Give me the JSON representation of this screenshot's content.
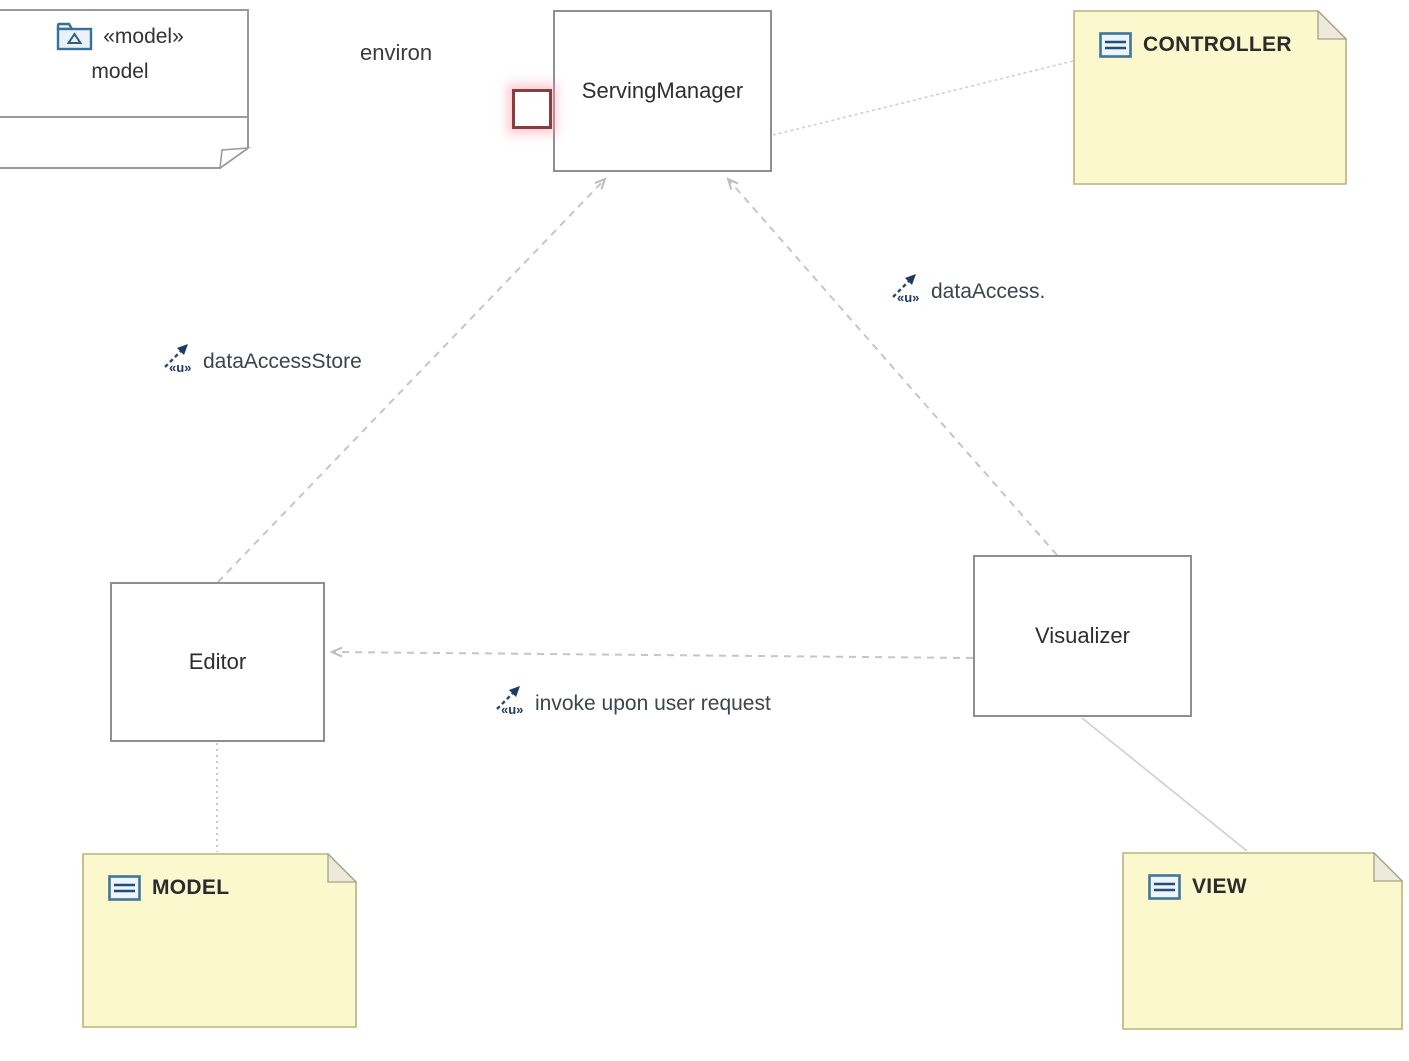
{
  "diagram": {
    "model_element": {
      "stereotype": "«model»",
      "name": "model"
    },
    "components": {
      "serving_manager": {
        "name": "ServingManager",
        "port_label": "environ"
      },
      "editor": {
        "name": "Editor"
      },
      "visualizer": {
        "name": "Visualizer"
      }
    },
    "notes": {
      "controller": {
        "label": "CONTROLLER"
      },
      "model": {
        "label": "MODEL"
      },
      "view": {
        "label": "VIEW"
      }
    },
    "dependencies": {
      "data_access_store": {
        "label": "dataAccessStore"
      },
      "data_access": {
        "label": "dataAccess."
      },
      "invoke": {
        "label": "invoke upon user request"
      }
    },
    "icons": {
      "model_folder": "model-folder-icon",
      "note": "note-icon",
      "usage": "usage-dependency-icon"
    },
    "colors": {
      "note_fill": "#fcf8cd",
      "note_border": "#b9b37c",
      "note_fold": "#eeeadb",
      "box_border": "#8f8f8f",
      "dependency_line": "#c6c6c6",
      "attachment_line": "#cfcfcf",
      "port_border": "#8a3d3d",
      "port_glow": "#ff96af",
      "icon_blue": "#3a6f96",
      "icon_navy": "#1f3864",
      "text_dark": "#2e2e2e",
      "dep_label_text": "#3a454e"
    }
  }
}
